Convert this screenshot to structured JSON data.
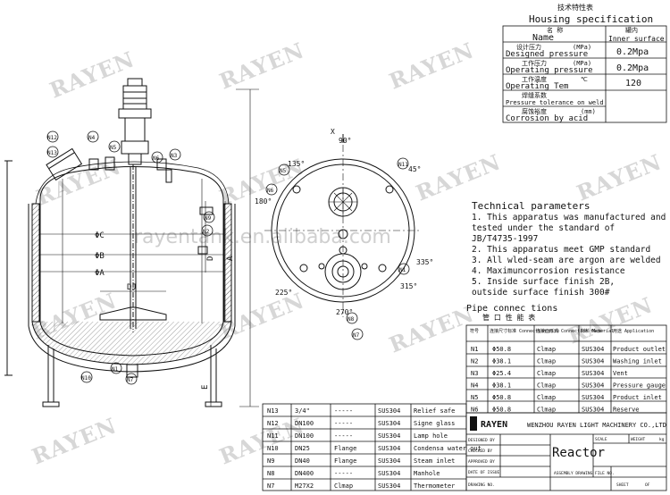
{
  "watermark": {
    "brand": "RAYEN",
    "url": "rayentank.en.alibaba.com"
  },
  "housing_spec": {
    "title_cn": "技术特性表",
    "title_en": "Housing specification",
    "rows": [
      {
        "cn": "名 称",
        "en": "Name",
        "value_cn": "罐内",
        "value": "Inner surface"
      },
      {
        "cn": "设计压力",
        "unit": "(MPa)",
        "en": "Designed pressure",
        "value": "0.2Mpa"
      },
      {
        "cn": "工作压力",
        "unit": "(MPa)",
        "en": "Operating pressure",
        "value": "0.2Mpa"
      },
      {
        "cn": "工作温度",
        "unit": "℃",
        "en": "Operating Tem",
        "value": "120"
      },
      {
        "cn": "焊缝系数",
        "en": "Pressure tolerance on weld",
        "value": ""
      },
      {
        "cn": "腐蚀裕度",
        "unit": "(mm)",
        "en": "Corrosion by acid",
        "value": ""
      }
    ]
  },
  "technical": {
    "title": "Technical parameters",
    "lines": [
      "1. This apparatus was manufactured and",
      "   tested under the standard of",
      "   JB/T4735-1997",
      "2. This apparatus meet GMP standard",
      "3. All wled-seam are argon are welded",
      "4. Maximuncorrosion resistance",
      "5. Inside surface finish 2B,",
      "   outside surface finish 300#"
    ]
  },
  "pipe_connections": {
    "title_en": "Pipe connec tions",
    "title_cn": "管 口 性 能 表",
    "headers": [
      "符号",
      "连接尺寸标准\nConnection size",
      "连接面形式\nConnection face",
      "材料\nMaterial",
      "用途\nApplication"
    ],
    "rows": [
      [
        "N1",
        "Φ50.8",
        "Clmap",
        "SUS304",
        "Product outlet"
      ],
      [
        "N2",
        "Φ38.1",
        "Clmap",
        "SUS304",
        "Washing inlet"
      ],
      [
        "N3",
        "Φ25.4",
        "Clmap",
        "SUS304",
        "Vent"
      ],
      [
        "N4",
        "Φ38.1",
        "Clmap",
        "SUS304",
        "Pressure gauge"
      ],
      [
        "N5",
        "Φ50.8",
        "Clmap",
        "SUS304",
        "Product inlet"
      ],
      [
        "N6",
        "Φ50.8",
        "Clmap",
        "SUS304",
        "Reserve"
      ]
    ]
  },
  "lower_rows": [
    [
      "N13",
      "3/4\"",
      "-----",
      "SUS304",
      "Relief safe"
    ],
    [
      "N12",
      "DN100",
      "-----",
      "SUS304",
      "Signe glass"
    ],
    [
      "N11",
      "DN100",
      "-----",
      "SUS304",
      "Lamp hole"
    ],
    [
      "N10",
      "DN25",
      "Flange",
      "SUS304",
      "Condensa water out"
    ],
    [
      "N9",
      "DN40",
      "Flange",
      "SUS304",
      "Steam inlet"
    ],
    [
      "N8",
      "DN400",
      "-----",
      "SUS304",
      "Manhole"
    ],
    [
      "N7",
      "M27X2",
      "Clmap",
      "SUS304",
      "Thermometer"
    ]
  ],
  "title_block": {
    "company": "WENZHOU RAYEN LIGHT MACHINERY CO.,LTD",
    "logo_text": "RAYEN",
    "drawing_title": "Reactor",
    "labels": {
      "designed": "DESIGNED BY",
      "checked": "CHECKED BY",
      "approved": "APPROVED BY",
      "date": "DATE OF ISSUE",
      "drawing": "DRAWING NO.",
      "scale": "SCALE",
      "weight": "WEIGHT",
      "kg": "kg",
      "assembly": "ASSEMBLY DRAWING",
      "file": "FILE NO.",
      "sheet": "SHEET",
      "of": "OF"
    }
  },
  "view_labels": {
    "x": "X",
    "angles": [
      "90°",
      "45°",
      "135°",
      "180°",
      "335°",
      "225°",
      "315°",
      "270°"
    ],
    "nozzles": [
      "N1",
      "N2",
      "N3",
      "N4",
      "N5",
      "N6",
      "N7",
      "N8",
      "N9",
      "N10",
      "N11",
      "N12",
      "N13"
    ],
    "dims": [
      "ΦC",
      "ΦB",
      "ΦA",
      "DJ",
      "D",
      "A",
      "E"
    ]
  }
}
